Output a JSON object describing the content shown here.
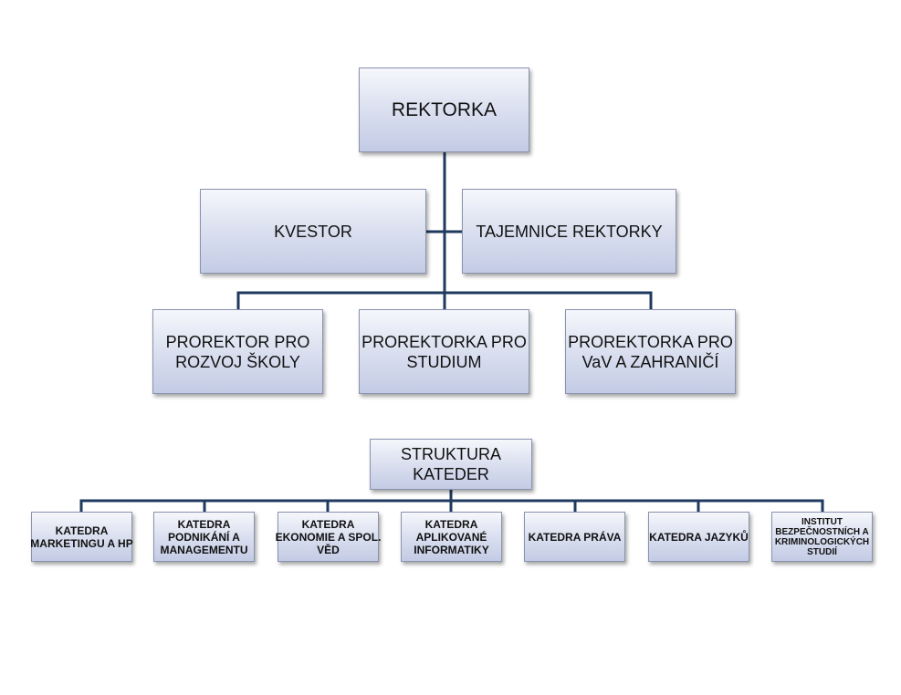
{
  "org": {
    "rektorka": "REKTORKA",
    "kvestor": "KVESTOR",
    "tajemnice": "TAJEMNICE REKTORKY",
    "prorektor_rozvoj": [
      "PROREKTOR PRO",
      "ROZVOJ ŠKOLY"
    ],
    "prorektorka_studium": [
      "PROREKTORKA PRO",
      "STUDIUM"
    ],
    "prorektorka_vav": [
      "PROREKTORKA PRO",
      "VaV A ZAHRANIČÍ"
    ],
    "struktura": "STRUKTURA KATEDER"
  },
  "departments": [
    [
      "KATEDRA",
      "MARKETINGU A HP"
    ],
    [
      "KATEDRA",
      "PODNIKÁNÍ A",
      "MANAGEMENTU"
    ],
    [
      "KATEDRA",
      "EKONOMIE A SPOL.",
      "VĚD"
    ],
    [
      "KATEDRA",
      "APLIKOVANÉ",
      "INFORMATIKY"
    ],
    [
      "KATEDRA PRÁVA"
    ],
    [
      "KATEDRA JAZYKŮ"
    ],
    [
      "INSTITUT",
      "BEZPEČNOSTNÍCH A",
      "KRIMINOLOGICKÝCH",
      "STUDIÍ"
    ]
  ],
  "colors": {
    "connector": "#1f3a5f"
  }
}
